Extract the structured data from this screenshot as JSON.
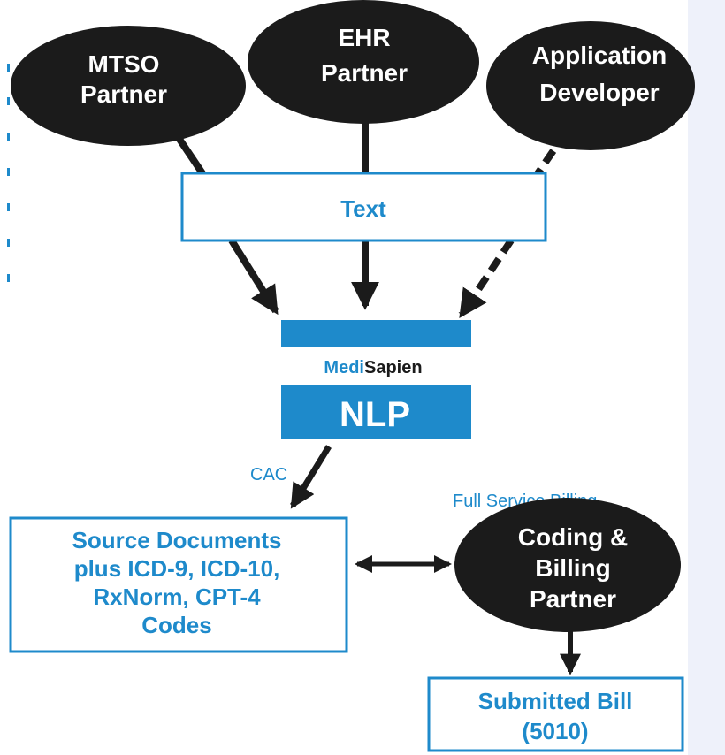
{
  "partners": {
    "mtso": [
      "MTSO",
      "Partner"
    ],
    "ehr": [
      "EHR",
      "Partner"
    ],
    "developer": [
      "Application",
      "Developer"
    ]
  },
  "text_box": "Text",
  "brand": {
    "prefix": "Medi",
    "suffix": "Sapien"
  },
  "nlp_label": "NLP",
  "cac_label": "CAC",
  "full_service_label": "Full Service Billing",
  "source_documents": [
    "Source Documents",
    "plus ICD-9, ICD-10,",
    "RxNorm, CPT-4",
    "Codes"
  ],
  "coding_partner": [
    "Coding &",
    "Billing",
    "Partner"
  ],
  "submitted_bill": [
    "Submitted Bill",
    "(5010)"
  ],
  "colors": {
    "accent_blue": "#1e8acb",
    "node_black": "#1b1b1b",
    "arrow_black": "#1b1b1b",
    "sidebar_bg": "#eef1fa"
  }
}
